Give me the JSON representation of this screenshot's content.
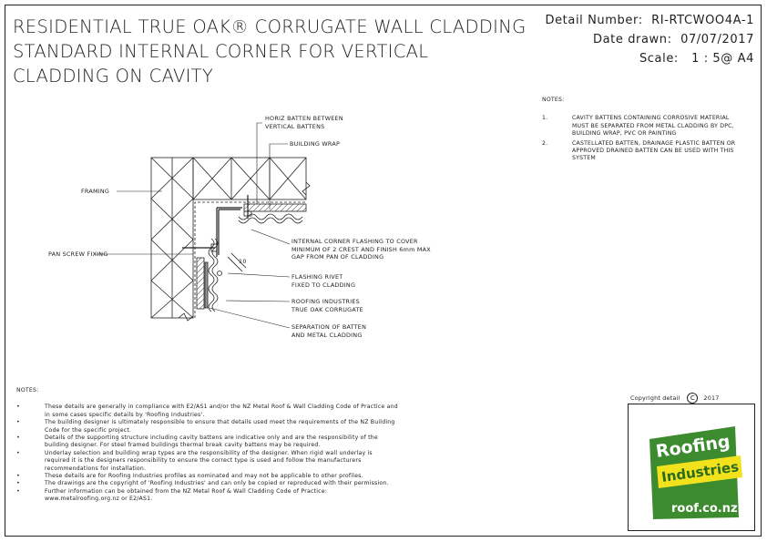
{
  "title": {
    "line1": "RESIDENTIAL TRUE OAK® CORRUGATE WALL CLADDING",
    "line2": "STANDARD INTERNAL CORNER FOR VERTICAL",
    "line3": "CLADDING ON CAVITY"
  },
  "meta": {
    "detail_number": "Detail Number:  RI-RTCWOO4A-1",
    "date_drawn": "Date drawn:  07/07/2017",
    "scale": "Scale:   1 : 5@ A4"
  },
  "notes_right": {
    "header": "NOTES:",
    "items": [
      {
        "num": "1.",
        "text": "CAVITY BATTENS CONTAINING CORROSIVE MATERIAL MUST BE SEPARATED FROM METAL CLADDING BY DPC, BUILDING WRAP, PVC OR PAINTING"
      },
      {
        "num": "2.",
        "text": "CASTELLATED BATTEN, DRAINAGE PLASTIC BATTEN OR APPROVED DRAINED BATTEN CAN BE USED WITH THIS SYSTEM"
      }
    ]
  },
  "callouts": {
    "horiz_batten_1": "HORIZ BATTEN BETWEEN",
    "horiz_batten_2": "VERTICAL BATTENS",
    "building_wrap": "BUILDING WRAP",
    "framing": "FRAMING",
    "pan_screw": "PAN SCREW FIXING",
    "flashing_1": "INTERNAL CORNER FLASHING TO COVER",
    "flashing_2": "MINIMUM OF 2 CREST AND FINISH 6mm MAX",
    "flashing_3": "GAP FROM PAN OF CLADDING",
    "rivet_1": "FLASHING RIVET",
    "rivet_2": "FIXED TO CLADDING",
    "corrugate_1": "ROOFING INDUSTRIES",
    "corrugate_2": "TRUE OAK CORRUGATE",
    "separation_1": "SEPARATION OF BATTEN",
    "separation_2": "AND METAL CLADDING",
    "dim": "10"
  },
  "notes_bottom": {
    "header": "NOTES:",
    "bullets": [
      "These details are generally in compliance with E2/AS1 and/or the NZ Metal Roof & Wall Cladding Code of Practice and in some cases specific details by 'Roofing Industries'.",
      "The building designer is ultimately responsible to ensure that details used meet the requirements of the NZ Building Code for the specific project.",
      "Details of the supporting structure including cavity battens are indicative only and are the responsibility of the building designer. For steel framed buildings thermal break cavity battens may be required.",
      "Underlay selection and building wrap types are the responsibility of the designer. When rigid wall underlay is required it is the designers responsibility to ensure the correct type is used and follow the manufacturers recommendations for installation.",
      "These details are for Roofing Industries profiles as nominated and may not be applicable to other profiles.",
      "The drawings are the copyright of 'Roofing Industries' and can only be copied or reproduced with their permission.",
      "Further information can be obtained from the NZ Metal Roof & Wall Cladding Code of Practice: www.metalroofing.org.nz or E2/AS1."
    ]
  },
  "copyright": {
    "label": "Copyright detail",
    "symbol": "C",
    "year": "2017"
  },
  "logo": {
    "word1": "Roofing",
    "word2": "Industries",
    "url": "roof.co.nz",
    "green": "#3d8b2f",
    "yellow": "#f2e21c"
  }
}
